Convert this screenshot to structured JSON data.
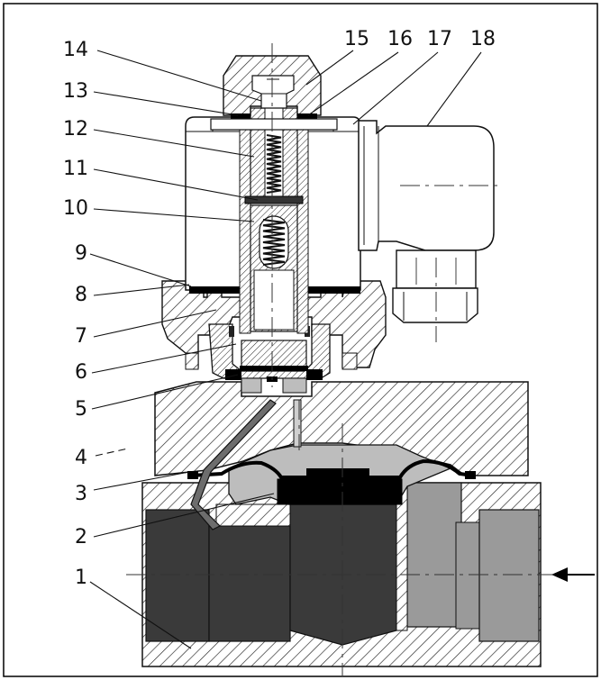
{
  "labels": [
    "1",
    "2",
    "3",
    "4",
    "5",
    "6",
    "7",
    "8",
    "9",
    "10",
    "11",
    "12",
    "13",
    "14",
    "15",
    "16",
    "17",
    "18"
  ],
  "colors": {
    "line": "#1a1a1a",
    "dark_fill": "#3a3a3a",
    "mid_fill": "#8c8c8c",
    "light_fill": "#bdbdbd",
    "black": "#000000",
    "frame": "#000000"
  },
  "icons": [
    "flow-arrow-icon"
  ]
}
